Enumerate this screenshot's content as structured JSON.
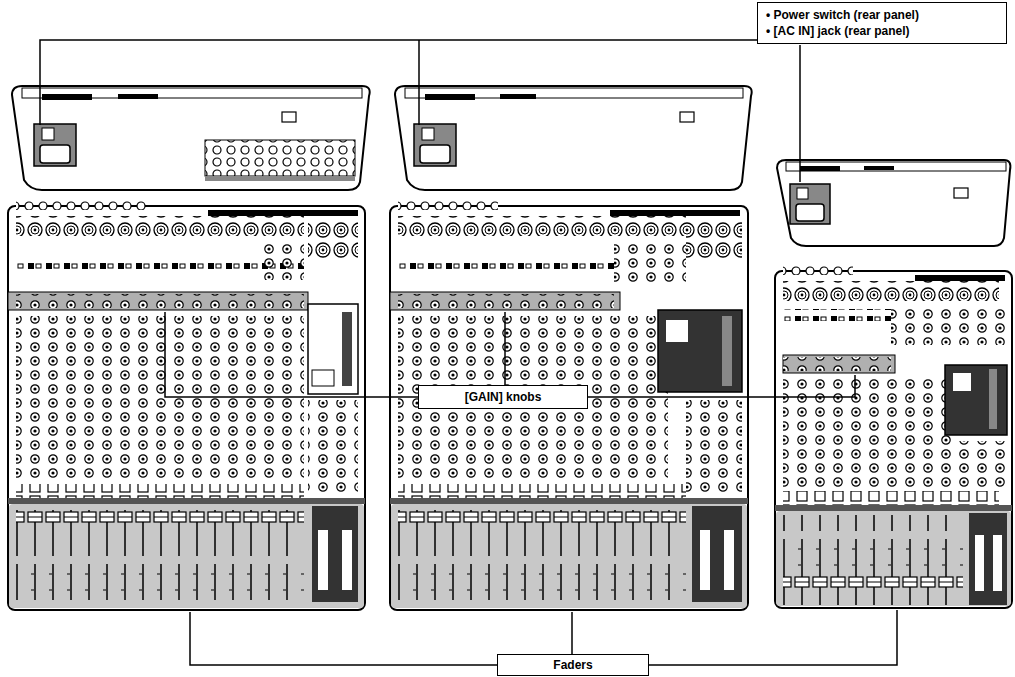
{
  "diagram": {
    "nodes": [
      {
        "text": [
          "• Power switch (rear panel)",
          "• [AC IN] jack (rear panel)"
        ]
      },
      {
        "text": [
          "[GAIN] knobs"
        ]
      },
      {
        "text": [
          "Faders"
        ]
      }
    ]
  }
}
